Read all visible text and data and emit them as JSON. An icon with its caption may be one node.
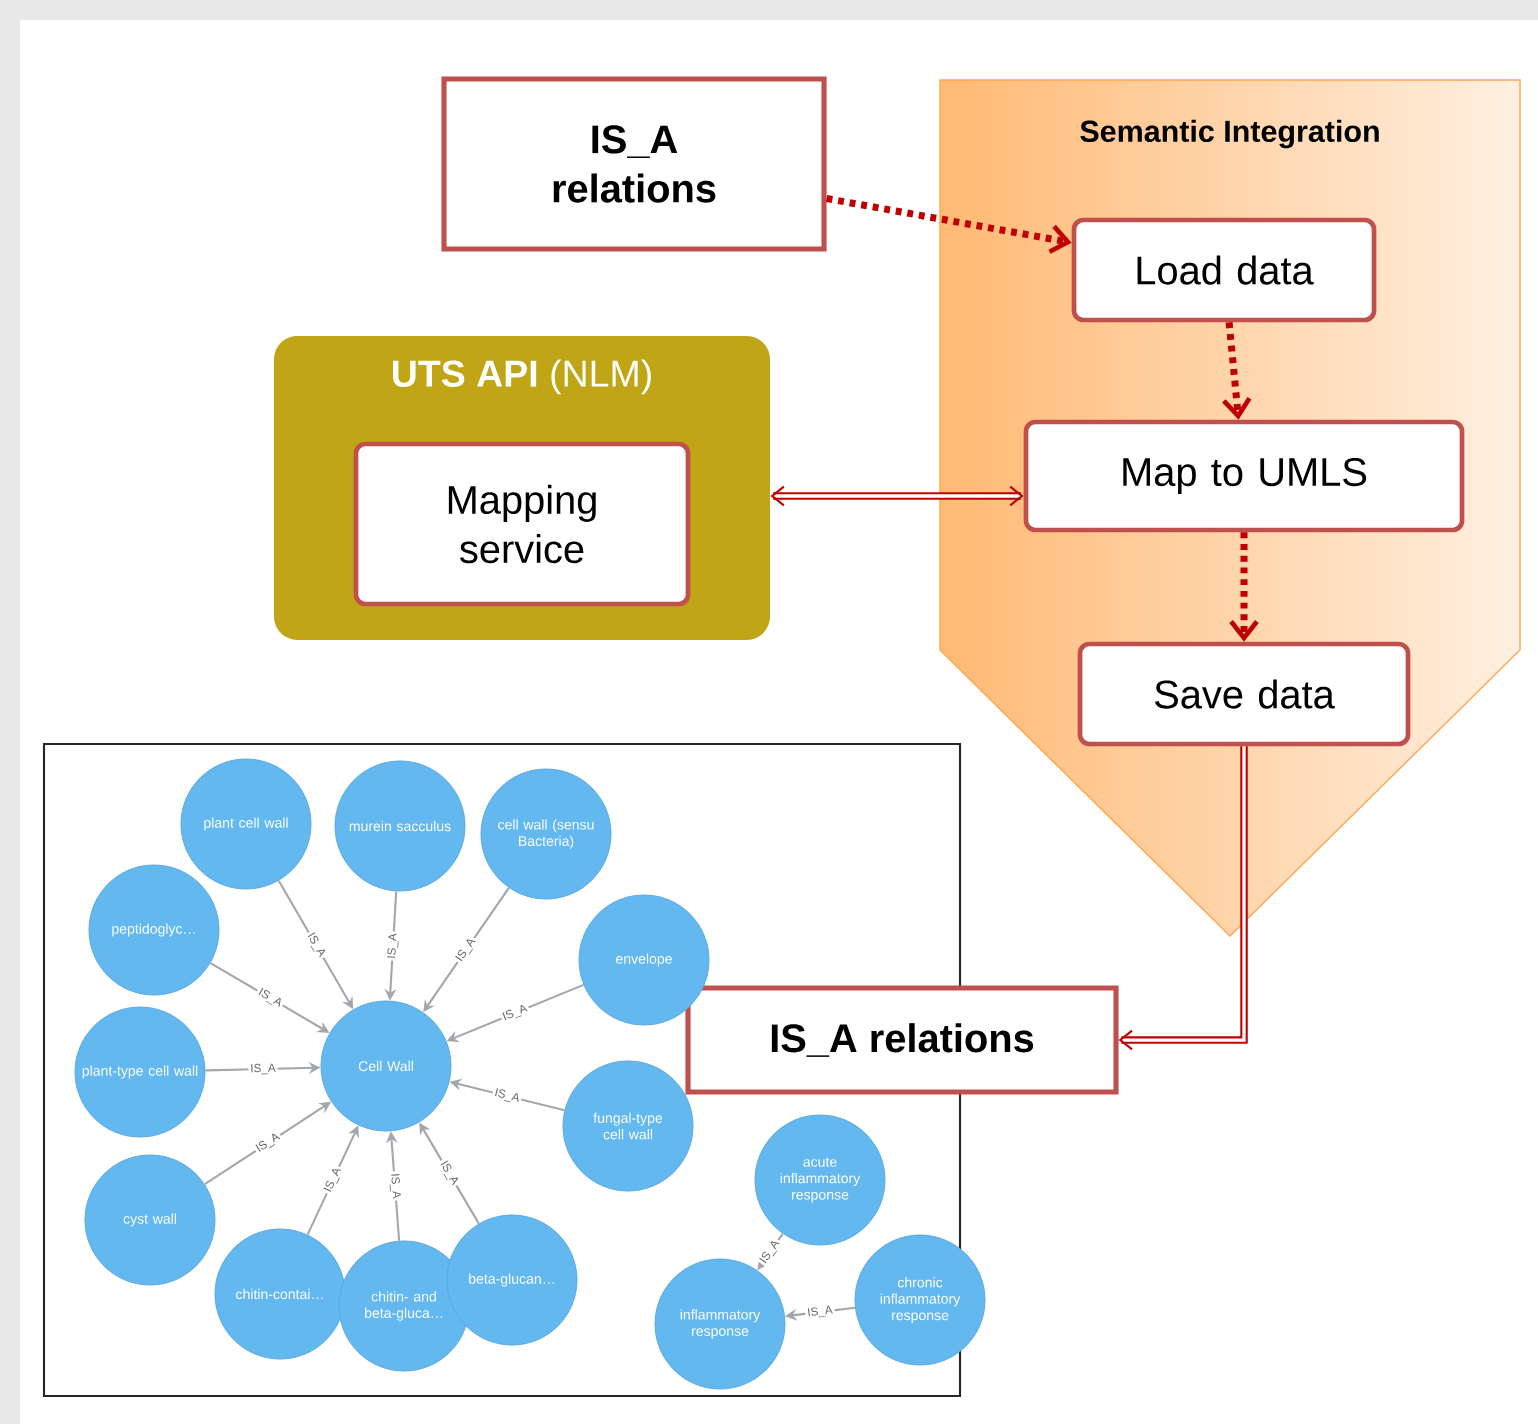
{
  "diagram": {
    "nodes": [
      {
        "text": [
          "IS_A relations"
        ]
      },
      {
        "text": [
          "Semantic Integration"
        ]
      },
      {
        "text": [
          "Load data"
        ],
        "in": 1
      },
      {
        "text": [
          "Map to UMLS"
        ],
        "in": 1
      },
      {
        "text": [
          "Save data"
        ],
        "in": 1
      },
      {
        "text": [
          "**UTS API** (NLM)"
        ]
      },
      {
        "text": [
          "Mapping service"
        ],
        "in": 5
      },
      {
        "text": [],
        "shape": "box"
      },
      {
        "text": [
          "IS_A relations"
        ]
      },
      {
        "text": [
          "Cell Wall"
        ],
        "in": 7
      },
      {
        "text": [
          "plant cell wall"
        ],
        "in": 7
      },
      {
        "text": [
          "murein sacculus"
        ],
        "in": 7
      },
      {
        "text": [
          "cell wall (sensu Bacteria)"
        ],
        "in": 7
      },
      {
        "text": [
          "peptidoglyc…"
        ],
        "in": 7
      },
      {
        "text": [
          "envelope"
        ],
        "in": 7
      },
      {
        "text": [
          "plant-type cell wall"
        ],
        "in": 7
      },
      {
        "text": [
          "fungal-type cell wall"
        ],
        "in": 7
      },
      {
        "text": [
          "cyst wall"
        ],
        "in": 7
      },
      {
        "text": [
          "chitin-contai…"
        ],
        "in": 7
      },
      {
        "text": [
          "chitin- and beta-gluca…"
        ],
        "in": 7
      },
      {
        "text": [
          "beta-glucan…"
        ],
        "in": 7
      },
      {
        "text": [
          "acute inflammatory response"
        ],
        "in": 7
      },
      {
        "text": [
          "inflammatory response"
        ],
        "in": 7
      },
      {
        "text": [
          "chronic inflammatory response"
        ],
        "in": 7
      }
    ],
    "edges": [
      {
        "from": 0,
        "to": 2,
        "arrow": "to",
        "style": "dashed",
        "color": "#c00000"
      },
      {
        "from": 2,
        "to": 3,
        "arrow": "to",
        "style": "dashed",
        "color": "#c00000"
      },
      {
        "from": 3,
        "to": 4,
        "arrow": "to",
        "style": "dashed",
        "color": "#c00000"
      },
      {
        "from": 5,
        "to": 3,
        "arrow": "both",
        "style": "thick",
        "color": "#c00000"
      },
      {
        "from": 4,
        "to": 8,
        "arrow": "to",
        "style": "thick",
        "color": "#c00000"
      },
      {
        "from": 10,
        "to": 9,
        "arrow": "to",
        "label": "IS_A"
      },
      {
        "from": 11,
        "to": 9,
        "arrow": "to",
        "label": "IS_A"
      },
      {
        "from": 12,
        "to": 9,
        "arrow": "to",
        "label": "IS_A"
      },
      {
        "from": 13,
        "to": 9,
        "arrow": "to",
        "label": "IS_A"
      },
      {
        "from": 14,
        "to": 9,
        "arrow": "to",
        "label": "IS_A"
      },
      {
        "from": 15,
        "to": 9,
        "arrow": "to",
        "label": "IS_A"
      },
      {
        "from": 16,
        "to": 9,
        "arrow": "to",
        "label": "IS_A"
      },
      {
        "from": 17,
        "to": 9,
        "arrow": "to",
        "label": "IS_A"
      },
      {
        "from": 18,
        "to": 9,
        "arrow": "to",
        "label": "IS_A"
      },
      {
        "from": 19,
        "to": 9,
        "arrow": "to",
        "label": "IS_A"
      },
      {
        "from": 20,
        "to": 9,
        "arrow": "to",
        "label": "IS_A"
      },
      {
        "from": 21,
        "to": 22,
        "arrow": "to",
        "label": "IS_A"
      },
      {
        "from": 23,
        "to": 22,
        "arrow": "to",
        "label": "IS_A"
      }
    ]
  }
}
